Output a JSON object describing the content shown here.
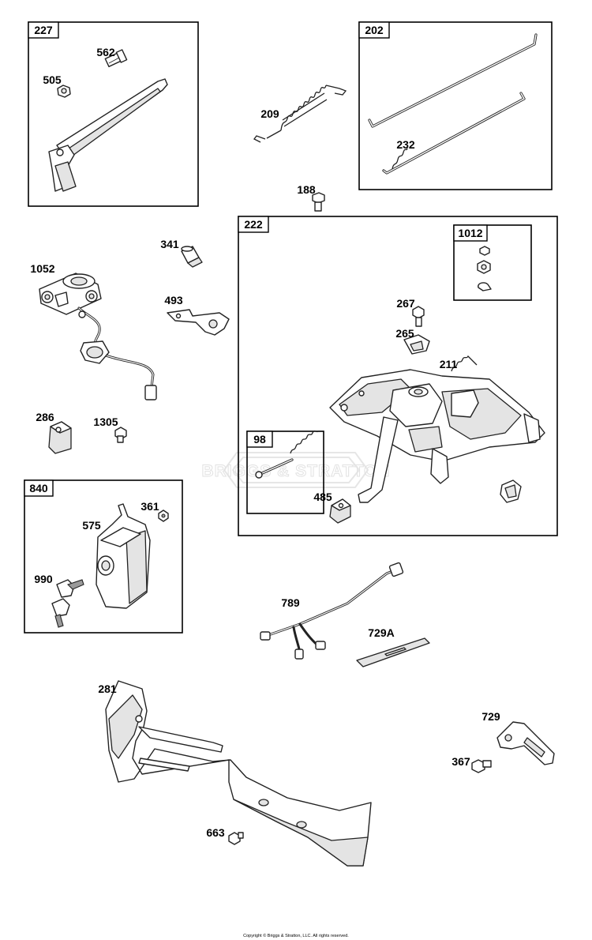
{
  "groups": {
    "g227": "227",
    "g202": "202",
    "g222": "222",
    "g1012": "1012",
    "g98": "98",
    "g840": "840"
  },
  "parts": {
    "p562": "562",
    "p505": "505",
    "p209": "209",
    "p232": "232",
    "p188": "188",
    "p341": "341",
    "p1052": "1052",
    "p493": "493",
    "p267": "267",
    "p265": "265",
    "p211": "211",
    "p286": "286",
    "p1305": "1305",
    "p485": "485",
    "p361": "361",
    "p575": "575",
    "p990": "990",
    "p789": "789",
    "p729A": "729A",
    "p281": "281",
    "p729": "729",
    "p367": "367",
    "p663": "663"
  },
  "watermark": "BRIGGS & STRATTON",
  "copyright": "Copyright © Briggs & Stratton, LLC. All rights reserved."
}
